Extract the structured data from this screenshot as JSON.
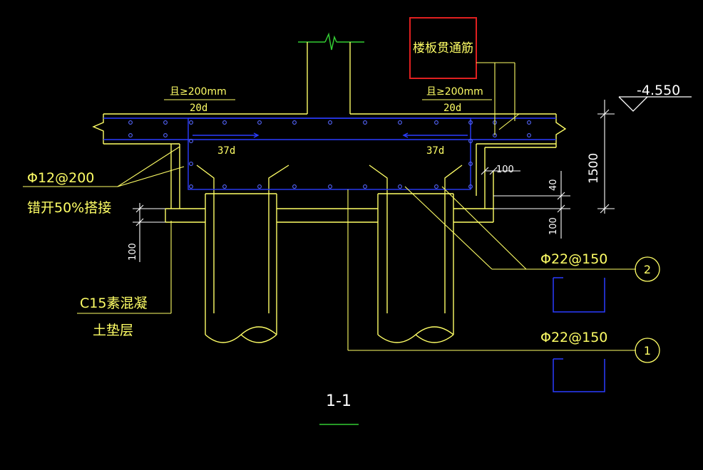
{
  "colors": {
    "background": "#000000",
    "concrete": "#ffff66",
    "rebar": "#2a3cff",
    "rebar_dot": "#5566ff",
    "column": "#33cc33",
    "leader": "#ffff66",
    "highlight": "#e02020",
    "white": "#ffffff"
  },
  "labels": {
    "lap_left_top": "且≥200mm",
    "lap_left_bottom": "20d",
    "lap_right_top": "且≥200mm",
    "lap_right_bottom": "20d",
    "anchor_left": "37d",
    "anchor_right": "37d",
    "slab_through_bar": "楼板贯通筋",
    "elevation": "-4.550",
    "dim_1500": "1500",
    "dim_100_top": "100",
    "dim_40": "40",
    "dim_100_right": "100",
    "dim_100_left": "100",
    "rebar_left_line1": "Φ12@200",
    "rebar_left_line2": "错开50%搭接",
    "concrete_line1": "C15素混凝",
    "concrete_line2": "土垫层",
    "rebar2_label": "Φ22@150",
    "rebar2_marker": "2",
    "rebar1_label": "Φ22@150",
    "rebar1_marker": "1",
    "section_title": "1-1"
  }
}
